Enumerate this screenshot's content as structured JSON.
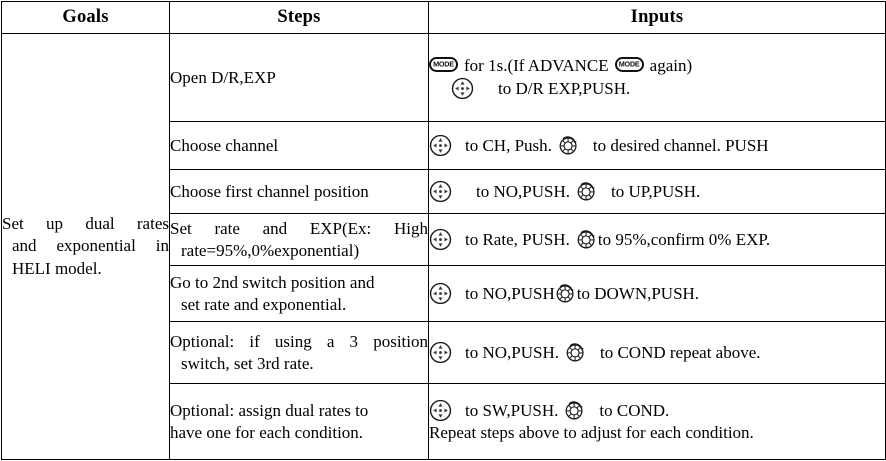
{
  "table": {
    "headers": [
      "Goals",
      "Steps",
      "Inputs"
    ],
    "goal": {
      "line1": "Set up dual rates",
      "line2": "and exponential in",
      "line3": "HELI model."
    },
    "rows": [
      {
        "steps": {
          "line1": "Open D/R,EXP",
          "line2": "",
          "justify": false
        },
        "inputs": {
          "line1_pre": "",
          "line1_a": "for 1s.(If ADVANCE",
          "line1_b": "again)",
          "line2_a": "to D/R EXP,PUSH.",
          "line2_b": ""
        }
      },
      {
        "steps": {
          "line1": "Choose channel",
          "line2": "",
          "justify": false
        },
        "inputs": {
          "line1_a": "to CH, Push.",
          "line1_b": "to desired channel. PUSH"
        }
      },
      {
        "steps": {
          "line1": "Choose first channel position",
          "line2": "",
          "justify": false
        },
        "inputs": {
          "line1_a": "to NO,PUSH.",
          "line1_b": "to UP,PUSH."
        }
      },
      {
        "steps": {
          "line1": "Set rate and EXP(Ex: High",
          "line2": "rate=95%,0%exponential)",
          "justify": true
        },
        "inputs": {
          "line1_a": "to Rate, PUSH.",
          "line1_b": "to 95%,confirm 0% EXP."
        }
      },
      {
        "steps": {
          "line1": "Go to 2nd switch position and",
          "line2": "set rate and exponential.",
          "justify": true
        },
        "inputs": {
          "line1_a": "to NO,PUSH",
          "line1_b": "to DOWN,PUSH."
        }
      },
      {
        "steps": {
          "line1": "Optional: if using a 3 position",
          "line2": "switch, set 3rd rate.",
          "justify": true
        },
        "inputs": {
          "line1_a": "to NO,PUSH.",
          "line1_b": "to COND repeat above."
        }
      },
      {
        "steps": {
          "line1": "Optional: assign dual rates to",
          "line2": "have one for each condition.",
          "justify": false
        },
        "inputs": {
          "line1_a": "to SW,PUSH.",
          "line1_b": "to COND.",
          "line2_full": "Repeat steps above to adjust for each condition."
        }
      }
    ]
  },
  "icons": {
    "mode_label": "MODE",
    "mode_name": "mode-button-icon",
    "dpad_name": "dpad-icon",
    "dial_name": "rotary-dial-icon"
  },
  "colors": {
    "border": "#000000",
    "text": "#000000",
    "background": "#ffffff"
  }
}
